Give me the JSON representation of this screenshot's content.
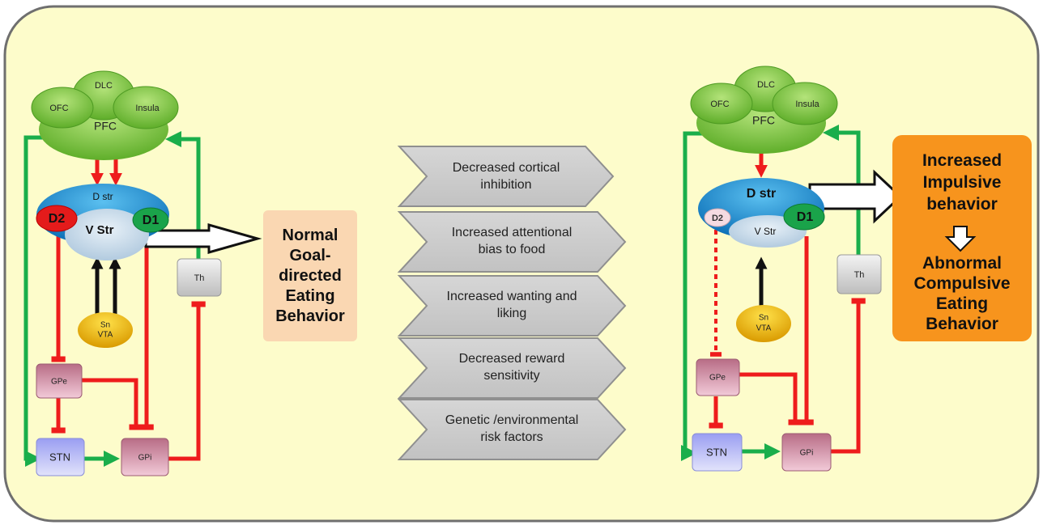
{
  "left_circuit": {
    "pfc": {
      "ofc": "OFC",
      "dlc": "DLC",
      "insula": "Insula",
      "pfc": "PFC"
    },
    "d_str": "D str",
    "v_str": "V Str",
    "d1": "D1",
    "d2": "D2",
    "sn_vta": [
      "Sn",
      "VTA"
    ],
    "th": "Th",
    "gpe": "GPe",
    "gpi": "GPi",
    "stn": "STN"
  },
  "normal_box": {
    "lines": [
      "Normal",
      "Goal-",
      "directed",
      "Eating",
      "Behavior"
    ],
    "color": "#fad7b2"
  },
  "factors": [
    {
      "lines": [
        "Decreased cortical",
        "inhibition"
      ]
    },
    {
      "lines": [
        "Increased attentional",
        "bias to food"
      ]
    },
    {
      "lines": [
        "Increased wanting  and",
        "liking"
      ]
    },
    {
      "lines": [
        "Decreased reward",
        "sensitivity"
      ]
    },
    {
      "lines": [
        "Genetic /environmental",
        "risk factors"
      ]
    }
  ],
  "right_circuit": {
    "pfc": {
      "ofc": "OFC",
      "dlc": "DLC",
      "insula": "Insula",
      "pfc": "PFC"
    },
    "d_str": "D str",
    "v_str": "V Str",
    "d1": "D1",
    "d2": "D2",
    "sn_vta": [
      "Sn",
      "VTA"
    ],
    "th": "Th",
    "gpe": "GPe",
    "gpi": "GPi",
    "stn": "STN"
  },
  "abnormal_box": {
    "top_lines": [
      "Increased",
      "Impulsive",
      "behavior"
    ],
    "bottom_lines": [
      "Abnormal",
      "Compulsive",
      "Eating",
      "Behavior"
    ],
    "color": "#f7941d"
  },
  "colors": {
    "background": "#fdfccb",
    "excitatory": "#1aae4b",
    "inhibitory": "#ee1c1c",
    "dopamine": "#111111"
  }
}
